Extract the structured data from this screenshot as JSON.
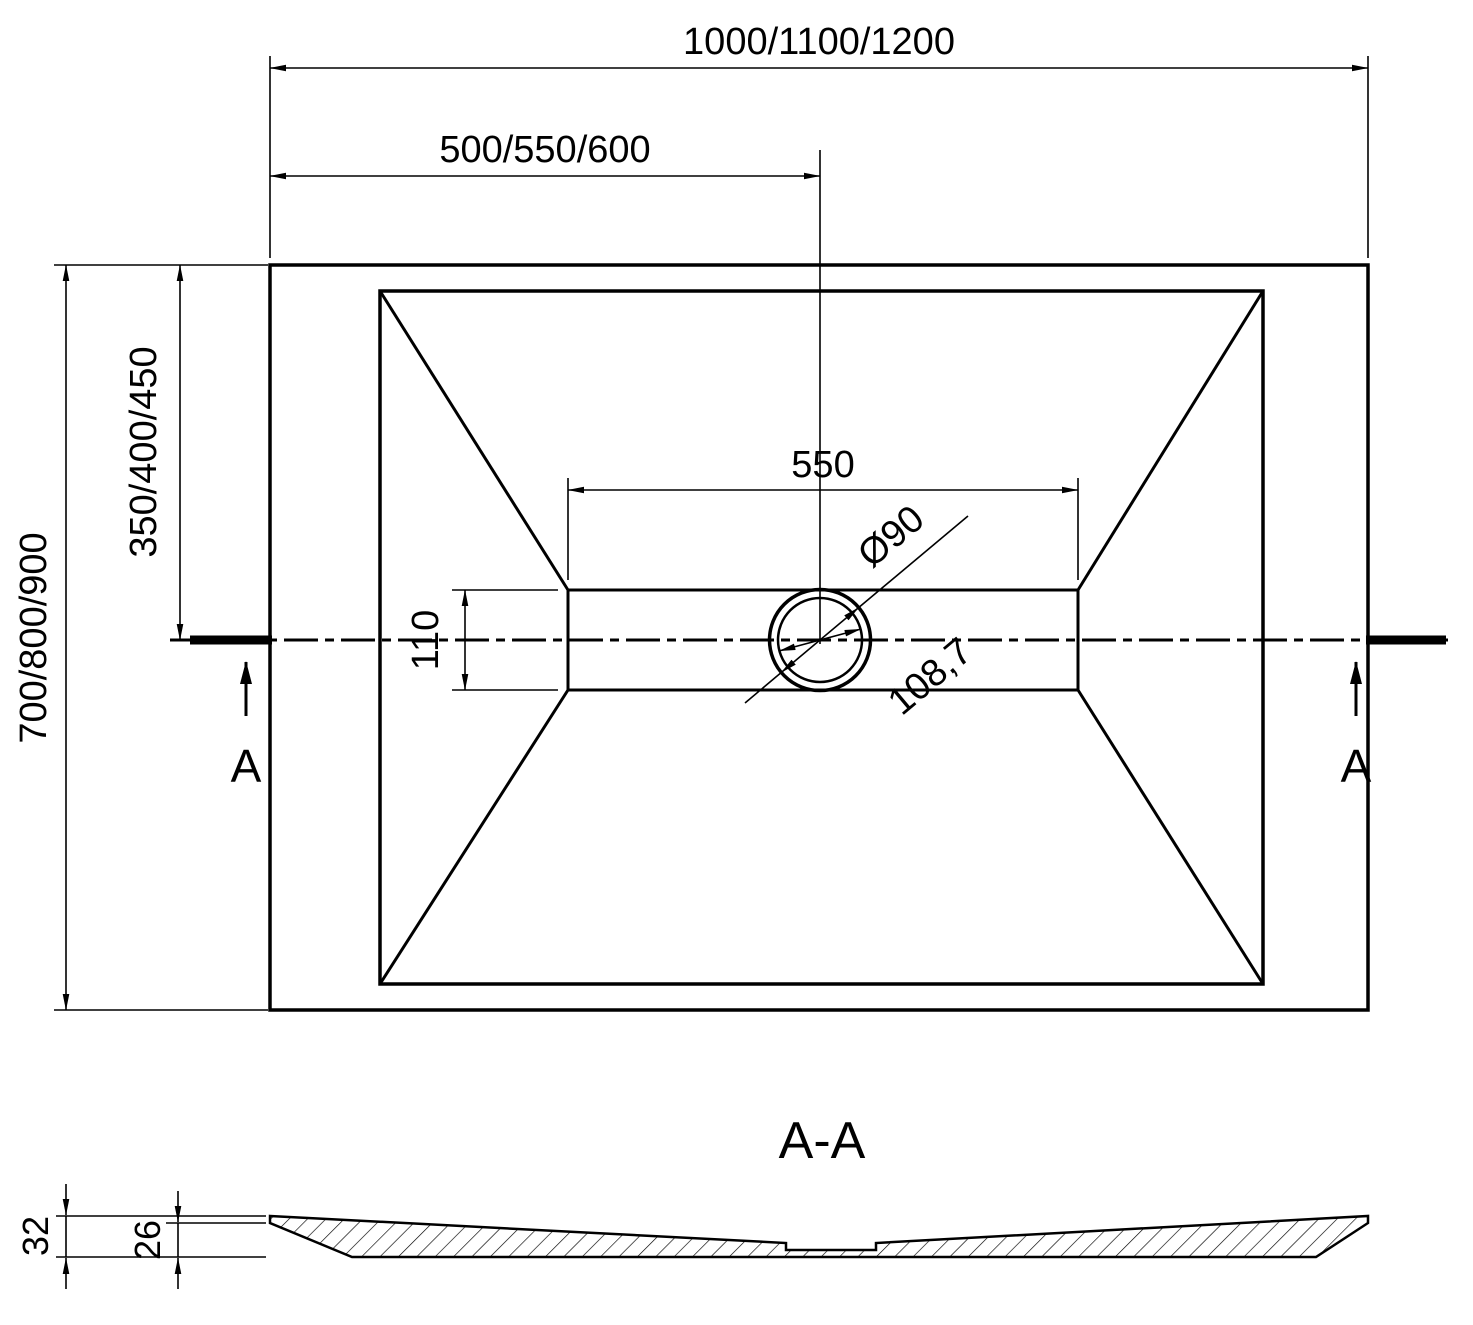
{
  "top_view": {
    "dim_overall_width": "1000/1100/1200",
    "dim_drain_offset_x": "500/550/600",
    "dim_overall_depth": "700/800/900",
    "dim_drain_offset_y": "350/400/450",
    "dim_floor_width": "550",
    "dim_floor_depth": "110",
    "dim_drain_inner_diameter": "Ø90",
    "dim_drain_outer_diameter": "108,7",
    "section_marker_left": "A",
    "section_marker_right": "A"
  },
  "section_view": {
    "title": "A-A",
    "dim_edge_height": "32",
    "dim_body_height": "26"
  },
  "colors": {
    "line": "#000000",
    "background": "#ffffff"
  }
}
